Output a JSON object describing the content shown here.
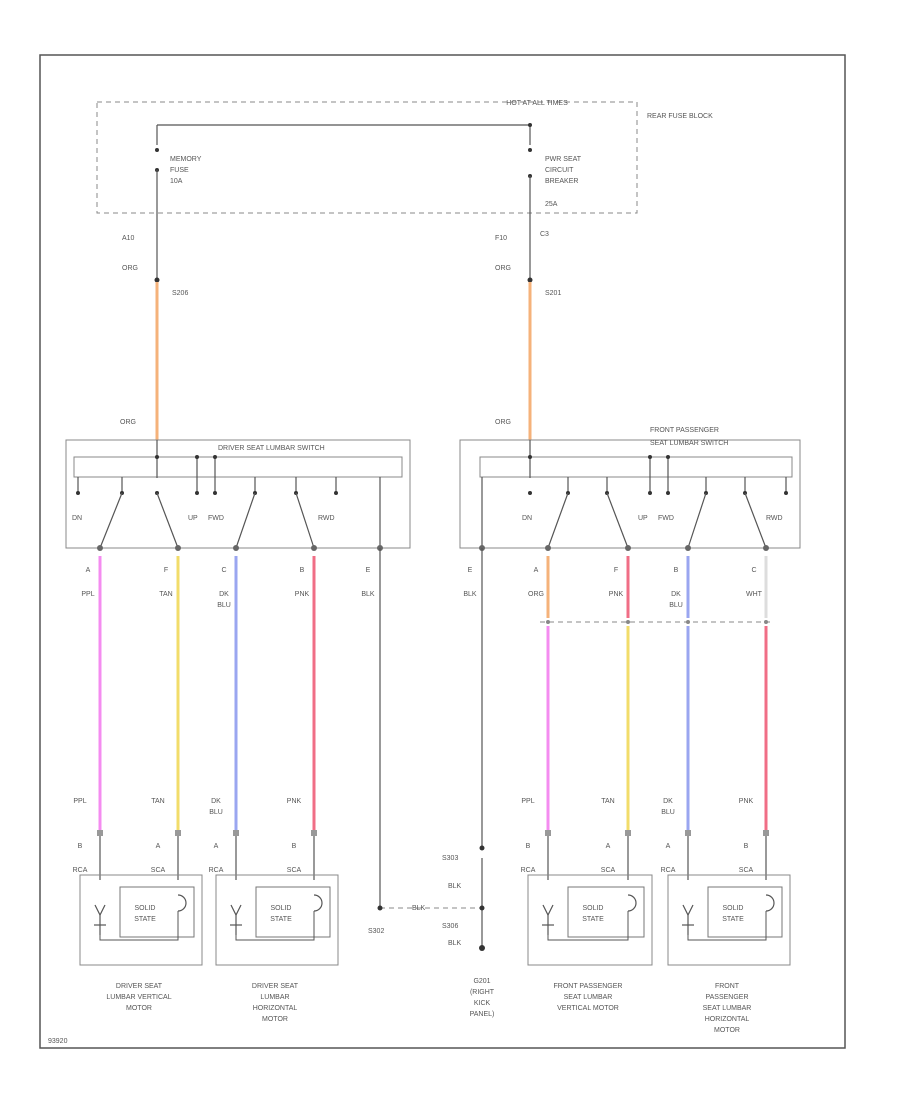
{
  "colors": {
    "orange": "#f5b27a",
    "purple": "#f48cf0",
    "tan": "#f2dc6a",
    "dkblue": "#9aa6f0",
    "pink": "#f06e86",
    "black": "#444444",
    "white": "#dddddd"
  },
  "fuse_block": {
    "title": "HOT AT ALL TIMES",
    "name": "REAR FUSE BLOCK",
    "fuse_left": [
      "MEMORY",
      "FUSE",
      "10A"
    ],
    "fuse_right": [
      "PWR SEAT",
      "CIRCUIT",
      "BREAKER",
      "25A"
    ]
  },
  "left_feed": {
    "pin": "A10",
    "color": "ORG",
    "splice": "S206",
    "switch_color": "ORG"
  },
  "right_feed": {
    "pin": "F10",
    "conn": "C3",
    "color": "ORG",
    "splice": "S201",
    "switch_color": "ORG"
  },
  "switch_left": {
    "title": "DRIVER SEAT LUMBAR SWITCH",
    "positions": [
      "DN",
      "UP",
      "FWD",
      "RWD"
    ]
  },
  "switch_right": {
    "title_line1": "FRONT PASSENGER",
    "title_line2": "SEAT LUMBAR SWITCH",
    "positions": [
      "DN",
      "UP",
      "FWD",
      "RWD"
    ]
  },
  "left_wires": [
    {
      "pin": "A",
      "label": [
        "PPL"
      ],
      "bottom_label": [
        "PPL"
      ],
      "motor_pin": "B",
      "conn": "RCA",
      "color_key": "purple"
    },
    {
      "pin": "F",
      "label": [
        "TAN"
      ],
      "bottom_label": [
        "TAN"
      ],
      "motor_pin": "A",
      "conn": "SCA",
      "color_key": "tan"
    },
    {
      "pin": "C",
      "label": [
        "DK",
        "BLU"
      ],
      "bottom_label": [
        "DK",
        "BLU"
      ],
      "motor_pin": "A",
      "conn": "RCA",
      "color_key": "dkblue"
    },
    {
      "pin": "B",
      "label": [
        "PNK"
      ],
      "bottom_label": [
        "PNK"
      ],
      "motor_pin": "B",
      "conn": "SCA",
      "color_key": "pink"
    },
    {
      "pin": "E",
      "label": [
        "BLK"
      ],
      "color_key": "black"
    }
  ],
  "right_wires": [
    {
      "pin": "E",
      "label": [
        "BLK"
      ],
      "color_key": "black"
    },
    {
      "pin": "A",
      "label": [
        "ORG"
      ],
      "bottom_label": [
        "PPL"
      ],
      "motor_pin": "B",
      "conn": "RCA",
      "color_key": "orange",
      "lower_color_key": "purple"
    },
    {
      "pin": "F",
      "label": [
        "PNK"
      ],
      "bottom_label": [
        "TAN"
      ],
      "motor_pin": "A",
      "conn": "SCA",
      "color_key": "pink",
      "lower_color_key": "tan"
    },
    {
      "pin": "B",
      "label": [
        "DK",
        "BLU"
      ],
      "bottom_label": [
        "DK",
        "BLU"
      ],
      "motor_pin": "A",
      "conn": "RCA",
      "color_key": "dkblue",
      "lower_color_key": "dkblue"
    },
    {
      "pin": "C",
      "label": [
        "WHT"
      ],
      "bottom_label": [
        "PNK"
      ],
      "motor_pin": "B",
      "conn": "SCA",
      "color_key": "white",
      "lower_color_key": "pink"
    }
  ],
  "motors": {
    "solid_state": [
      "SOLID",
      "STATE"
    ],
    "names": [
      [
        "DRIVER SEAT",
        "LUMBAR VERTICAL",
        "MOTOR"
      ],
      [
        "DRIVER SEAT",
        "LUMBAR",
        "HORIZONTAL",
        "MOTOR"
      ],
      [
        "FRONT PASSENGER",
        "SEAT LUMBAR",
        "VERTICAL MOTOR"
      ],
      [
        "FRONT",
        "PASSENGER",
        "SEAT LUMBAR",
        "HORIZONTAL",
        "MOTOR"
      ]
    ]
  },
  "ground": {
    "splice_top": "S303",
    "blk1": "BLK",
    "blk_mid": "BLK",
    "splice_left": "S302",
    "splice_bottom": "S306",
    "blk2": "BLK",
    "location": [
      "G201",
      "(RIGHT",
      "KICK",
      "PANEL)"
    ]
  },
  "footer_code": "93920"
}
